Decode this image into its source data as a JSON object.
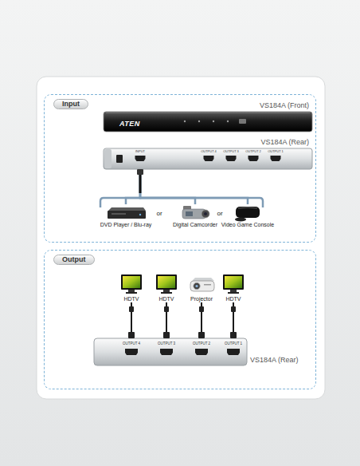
{
  "diagram": {
    "nodes": [
      {
        "text": [
          "Input"
        ]
      },
      {
        "text": [
          "VS184A (Front)",
          "ATEN"
        ],
        "in": 0
      },
      {
        "text": [
          "VS184A (Rear)"
        ],
        "in": 0
      },
      {
        "text": [
          "DVD Player / Blu-ray"
        ],
        "in": 0
      },
      {
        "text": [
          "Digital Camcorder"
        ],
        "in": 0
      },
      {
        "text": [
          "Video Game Console"
        ],
        "in": 0
      },
      {
        "text": [
          "Output"
        ]
      },
      {
        "text": [
          "HDTV"
        ],
        "in": 6
      },
      {
        "text": [
          "HDTV"
        ],
        "in": 6
      },
      {
        "text": [
          "Projector"
        ],
        "in": 6
      },
      {
        "text": [
          "HDTV"
        ],
        "in": 6
      },
      {
        "text": [
          "VS184A (Rear)"
        ],
        "in": 6
      }
    ],
    "edges": [
      {
        "from": 2,
        "to": 3,
        "arrow": "none"
      },
      {
        "from": 2,
        "to": 4,
        "arrow": "none"
      },
      {
        "from": 2,
        "to": 5,
        "arrow": "none"
      },
      {
        "from": 11,
        "to": 7,
        "arrow": "none"
      },
      {
        "from": 11,
        "to": 8,
        "arrow": "none"
      },
      {
        "from": 11,
        "to": 9,
        "arrow": "none"
      },
      {
        "from": 11,
        "to": 10,
        "arrow": "none"
      }
    ],
    "labels": [
      "or",
      "or",
      "INPUT",
      "OUTPUT 4",
      "OUTPUT 3",
      "OUTPUT 2",
      "OUTPUT 1",
      "OUTPUT 4",
      "OUTPUT 3",
      "OUTPUT 2",
      "OUTPUT 1"
    ]
  }
}
